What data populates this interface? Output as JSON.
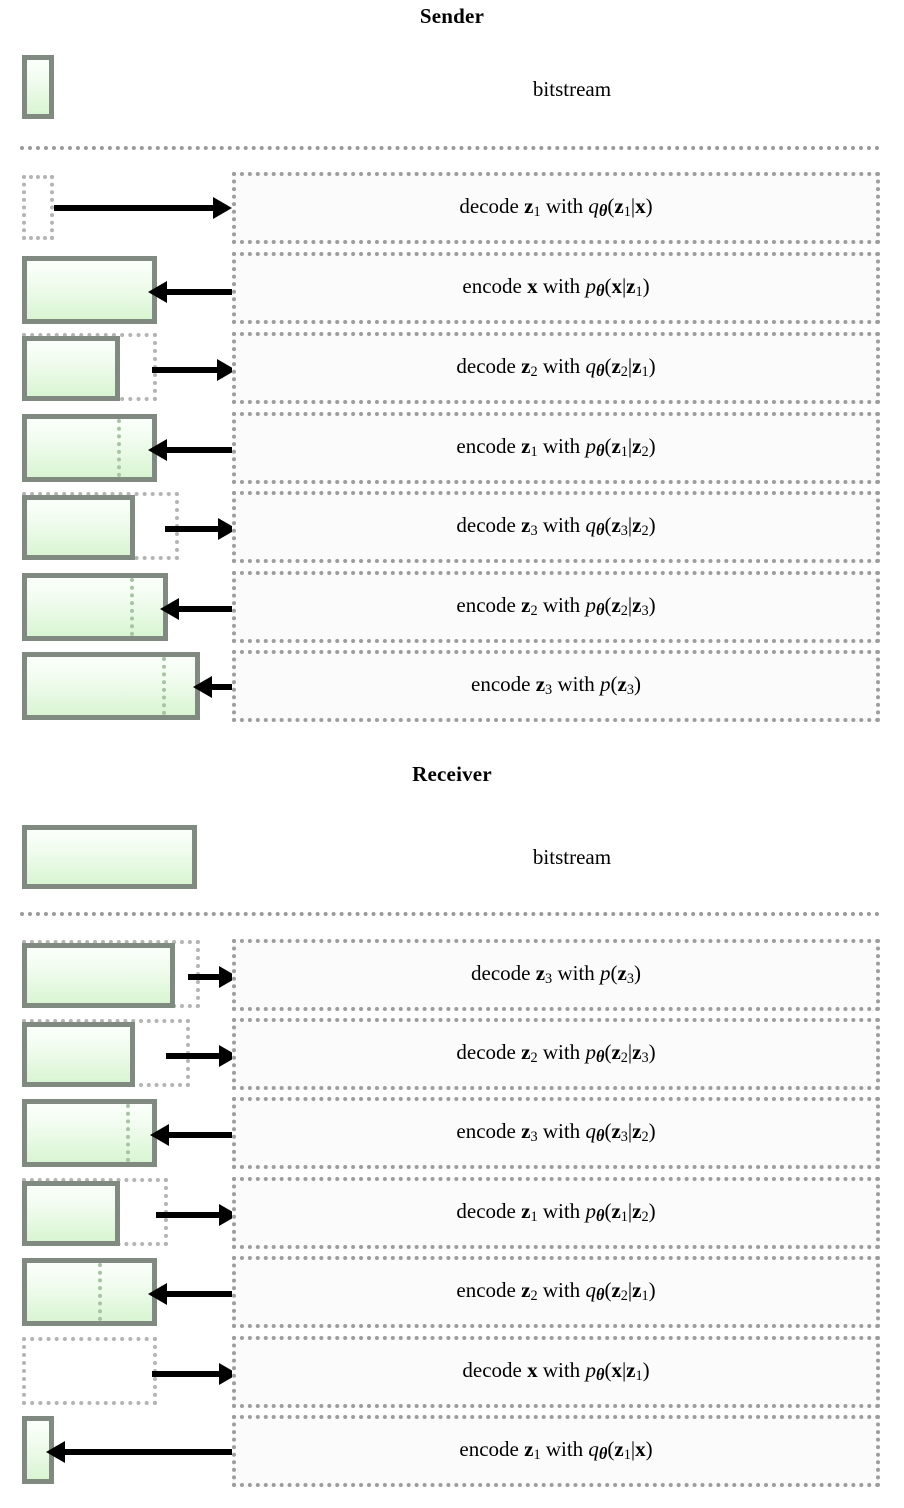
{
  "diagram": {
    "title_sender": "Sender",
    "title_receiver": "Receiver",
    "bitstream_label": "bitstream",
    "colors": {
      "bar_fill_top": "#fbfffb",
      "bar_fill_bottom": "#d9f5d2",
      "bar_border": "#808a80",
      "dotted_gray": "#9d9d9d",
      "ghost_gray": "#b4b4b4",
      "arrow": "#000000"
    }
  },
  "sender": {
    "title": "Sender",
    "bitstream_label": "bitstream",
    "steps": [
      {
        "action": "decode",
        "symbol": "z1",
        "dist": "q",
        "theta": true,
        "args": "z1|x",
        "direction": "right"
      },
      {
        "action": "encode",
        "symbol": "x",
        "dist": "p",
        "theta": true,
        "args": "x|z1",
        "direction": "left"
      },
      {
        "action": "decode",
        "symbol": "z2",
        "dist": "q",
        "theta": true,
        "args": "z2|z1",
        "direction": "right"
      },
      {
        "action": "encode",
        "symbol": "z1",
        "dist": "p",
        "theta": true,
        "args": "z1|z2",
        "direction": "left"
      },
      {
        "action": "decode",
        "symbol": "z3",
        "dist": "q",
        "theta": true,
        "args": "z3|z2",
        "direction": "right"
      },
      {
        "action": "encode",
        "symbol": "z2",
        "dist": "p",
        "theta": true,
        "args": "z2|z3",
        "direction": "left"
      },
      {
        "action": "encode",
        "symbol": "z3",
        "dist": "p",
        "theta": false,
        "args": "z3",
        "direction": "left"
      }
    ]
  },
  "receiver": {
    "title": "Receiver",
    "bitstream_label": "bitstream",
    "steps": [
      {
        "action": "decode",
        "symbol": "z3",
        "dist": "p",
        "theta": false,
        "args": "z3",
        "direction": "right"
      },
      {
        "action": "decode",
        "symbol": "z2",
        "dist": "p",
        "theta": true,
        "args": "z2|z3",
        "direction": "right"
      },
      {
        "action": "encode",
        "symbol": "z3",
        "dist": "q",
        "theta": true,
        "args": "z3|z2",
        "direction": "left"
      },
      {
        "action": "decode",
        "symbol": "z1",
        "dist": "p",
        "theta": true,
        "args": "z1|z2",
        "direction": "right"
      },
      {
        "action": "encode",
        "symbol": "z2",
        "dist": "q",
        "theta": true,
        "args": "z2|z1",
        "direction": "left"
      },
      {
        "action": "decode",
        "symbol": "x",
        "dist": "p",
        "theta": true,
        "args": "x|z1",
        "direction": "right"
      },
      {
        "action": "encode",
        "symbol": "z1",
        "dist": "q",
        "theta": true,
        "args": "z1|x",
        "direction": "left"
      }
    ]
  },
  "labels": {
    "sender_rows": [
      "decode z1 with qθ(z1|x)",
      "encode x with pθ(x|z1)",
      "decode z2 with qθ(z2|z1)",
      "encode z1 with pθ(z1|z2)",
      "decode z3 with qθ(z3|z2)",
      "encode z2 with pθ(z2|z3)",
      "encode z3 with p(z3)"
    ],
    "receiver_rows": [
      "decode z3 with p(z3)",
      "decode z2 with pθ(z2|z3)",
      "encode z3 with qθ(z3|z2)",
      "decode z1 with pθ(z1|z2)",
      "encode z2 with qθ(z2|z1)",
      "decode x with pθ(x|z1)",
      "encode z1 with qθ(z1|x)"
    ]
  }
}
